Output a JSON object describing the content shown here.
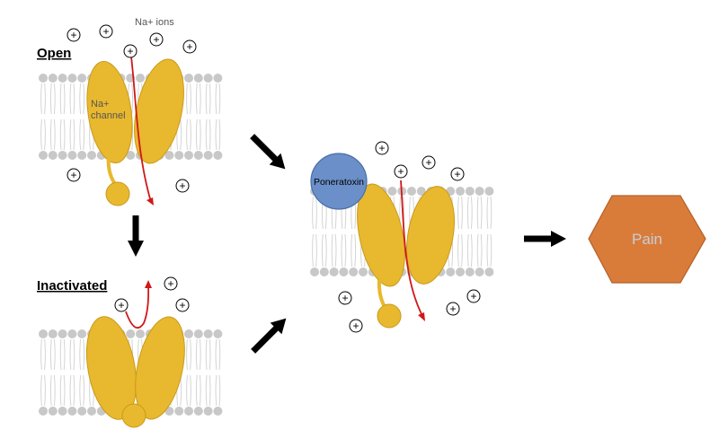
{
  "labels": {
    "na_ions": "Na+ ions",
    "open": "Open",
    "inactivated": "Inactivated",
    "channel_line1": "Na+",
    "channel_line2": "channel",
    "toxin": "Poneratoxin",
    "pain": "Pain",
    "ion_symbol": "+"
  },
  "colors": {
    "channel": "#E8B82E",
    "channel_stroke": "#C99A1A",
    "lipid_head": "#C8C8C8",
    "lipid_tail": "#D4D4D4",
    "ion_flow": "#D01818",
    "toxin": "#6A8FC9",
    "toxin_stroke": "#4A6FA8",
    "pain": "#D97C3A",
    "pain_stroke": "#B5602A",
    "pain_text": "#C8CED6",
    "arrow": "#000000",
    "label_text": "#555555"
  }
}
